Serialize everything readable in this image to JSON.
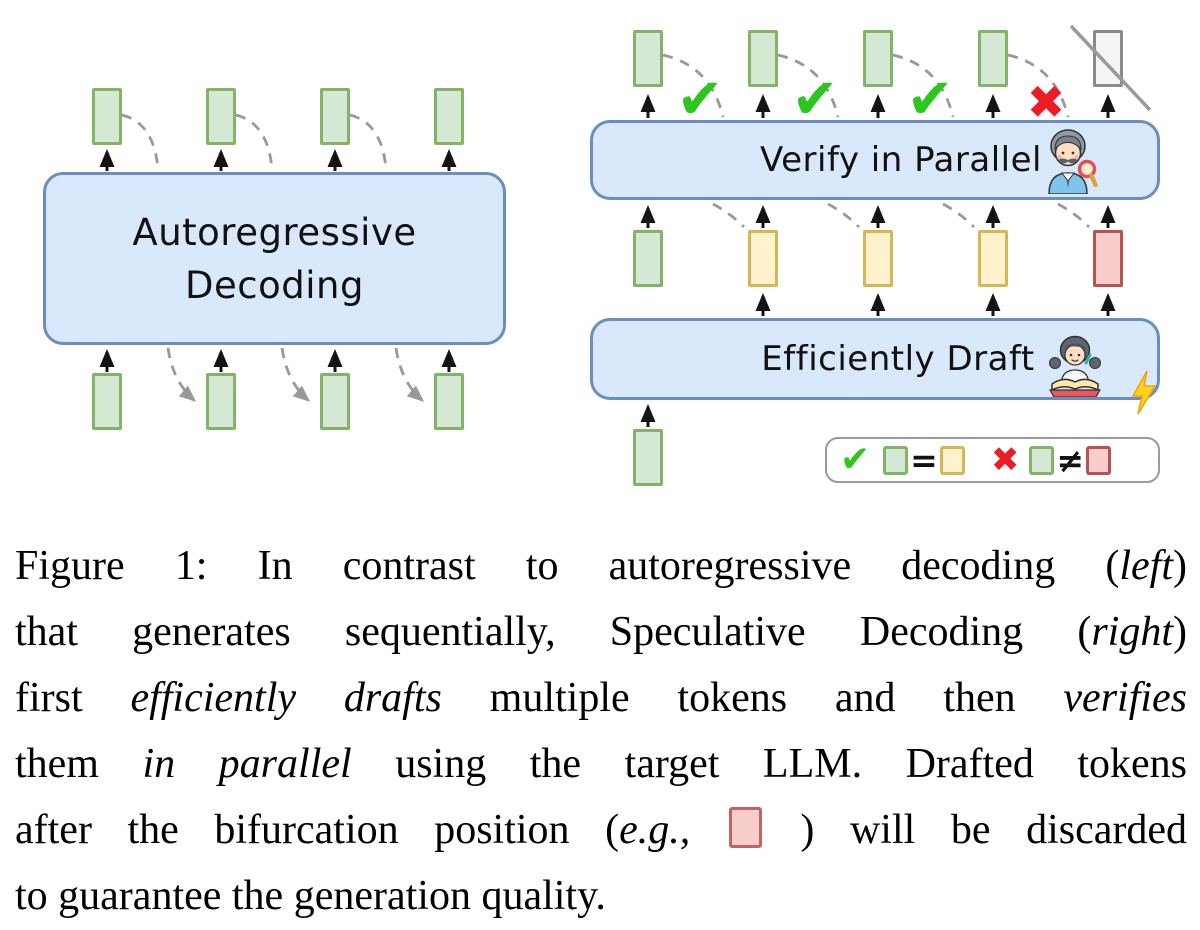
{
  "figure": {
    "left_box": {
      "line1": "Autoregressive",
      "line2": "Decoding"
    },
    "verify_box_label": "Verify in Parallel",
    "draft_box_label": "Efficiently Draft",
    "marks": {
      "accept": "✔",
      "reject": "✖"
    },
    "icons": {
      "verify": "detective-with-magnifier",
      "draft": "girl-reading-book",
      "speed": "lightning-bolt"
    },
    "tokens": {
      "left_top": [
        "green",
        "green",
        "green",
        "green"
      ],
      "left_bottom": [
        "green",
        "green",
        "green",
        "green"
      ],
      "right_top": [
        "green",
        "green",
        "green",
        "green",
        "gray-discarded"
      ],
      "right_middle": [
        "green",
        "yellow",
        "yellow",
        "yellow",
        "red"
      ],
      "right_bottom": [
        "green"
      ]
    },
    "colors": {
      "box_fill": "#dae8fc",
      "box_border": "#6c8ebf",
      "token_green_fill": "#d5e8d4",
      "token_green_border": "#82b366",
      "token_yellow_fill": "#fff2cc",
      "token_yellow_border": "#d6b656",
      "token_red_fill": "#f8cecc",
      "token_red_border": "#b85450",
      "token_gray_fill": "#f5f5f5",
      "token_gray_border": "#8a8a8a",
      "accept_green": "#2cc61e",
      "reject_red": "#ed1b23",
      "dash_gray": "#999999",
      "arrow_black": "#141414"
    }
  },
  "legend": {
    "check_glyph": "✔",
    "equals_glyph": "=",
    "cross_glyph": "✖",
    "not_equal_glyph": "≠"
  },
  "caption": {
    "lines": [
      [
        {
          "t": "Figure 1: In contrast to autoregressive decoding ("
        },
        {
          "t": "left",
          "i": true
        },
        {
          "t": ")"
        }
      ],
      [
        {
          "t": "that generates sequentially, Speculative Decoding ("
        },
        {
          "t": "right",
          "i": true
        },
        {
          "t": ")"
        }
      ],
      [
        {
          "t": "first "
        },
        {
          "t": "efficiently drafts",
          "i": true
        },
        {
          "t": " multiple tokens and then "
        },
        {
          "t": "verifies",
          "i": true
        }
      ],
      [
        {
          "t": "them "
        },
        {
          "t": "in parallel",
          "i": true
        },
        {
          "t": " using the target LLM. Drafted tokens"
        }
      ],
      [
        {
          "t": "after the bifurcation position ("
        },
        {
          "t": "e.g.,",
          "i": true
        },
        {
          "t": " "
        },
        {
          "sw": true
        },
        {
          "t": " ) will be discarded"
        }
      ],
      [
        {
          "t": "to guarantee the generation quality."
        }
      ]
    ]
  }
}
